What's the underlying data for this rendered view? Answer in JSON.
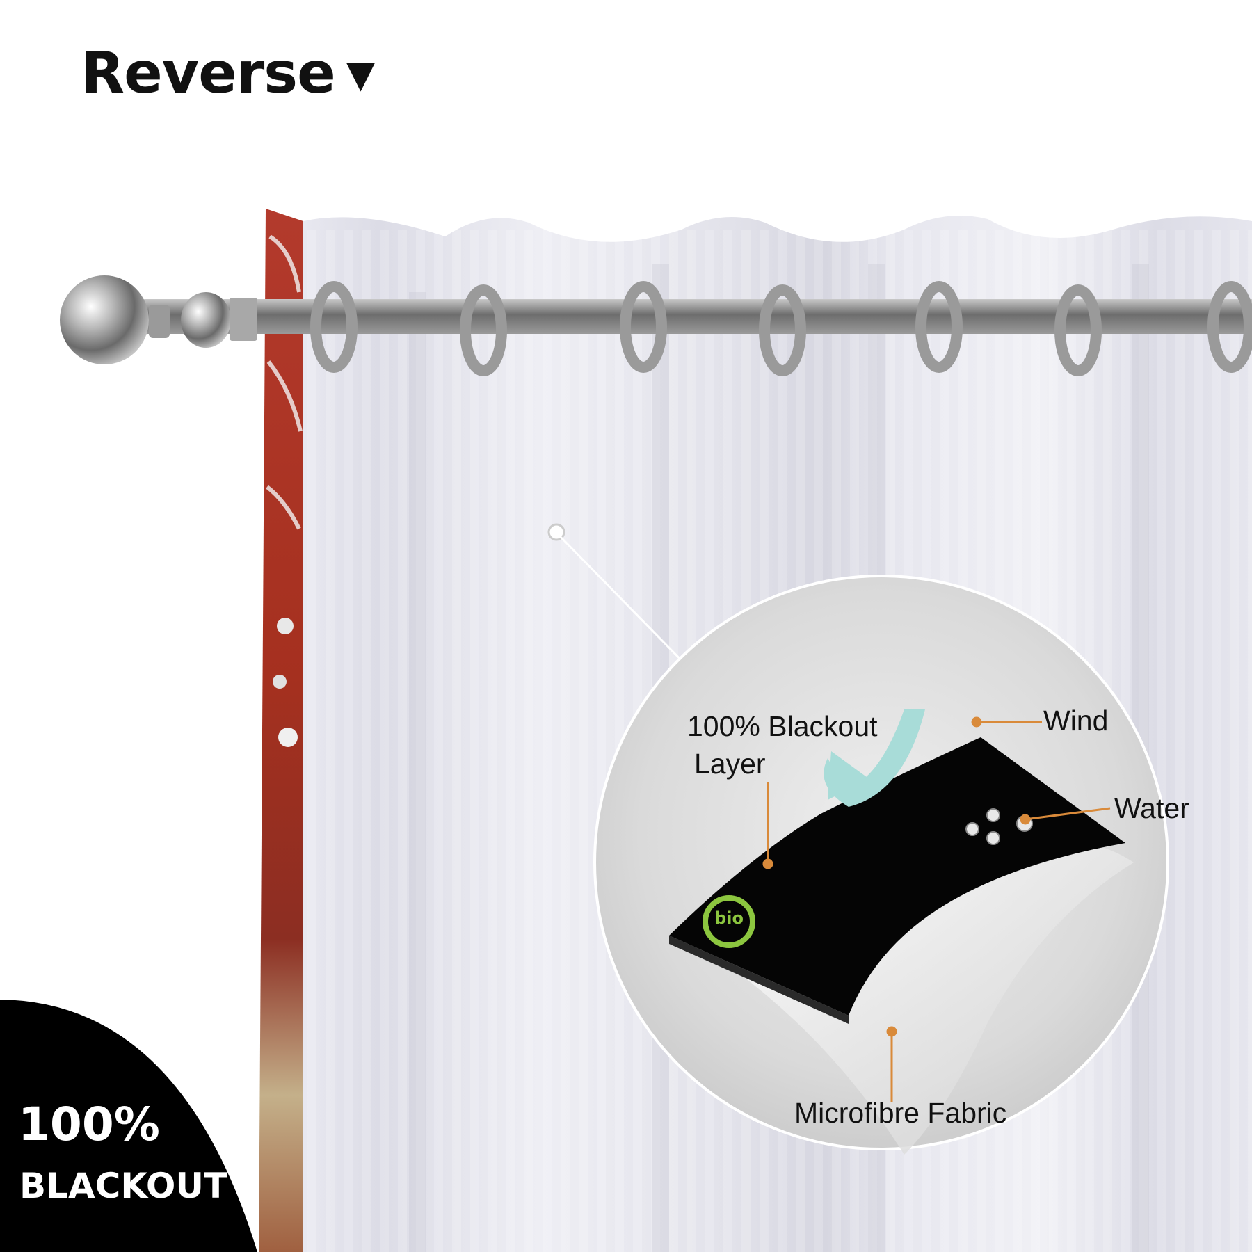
{
  "header": {
    "title": "Reverse",
    "arrow_glyph": "▼"
  },
  "badge": {
    "percent": "100%",
    "label": "BLACKOUT"
  },
  "callout": {
    "layer_label_line1": "100% Blackout",
    "layer_label_line2": "Layer",
    "wind_label": "Wind",
    "water_label": "Water",
    "fabric_label": "Microfibre Fabric",
    "logo_text": "bio"
  },
  "colors": {
    "curtain_reverse": "#e6e6ef",
    "curtain_print_red": "#b0382a",
    "rod": "#8a8a8a",
    "callout_bg": "#dcdcdc",
    "blackout_layer": "#050505",
    "wind_arrow": "#a8dcd8",
    "leader_line": "#d98a3a",
    "badge_bg": "#000000",
    "eco_logo": "#8cc63f"
  },
  "icons": [
    "curtain-rod-finial-icon",
    "grommet-icon",
    "water-drop-icon",
    "wind-arrow-icon",
    "eco-bio-logo-icon"
  ]
}
